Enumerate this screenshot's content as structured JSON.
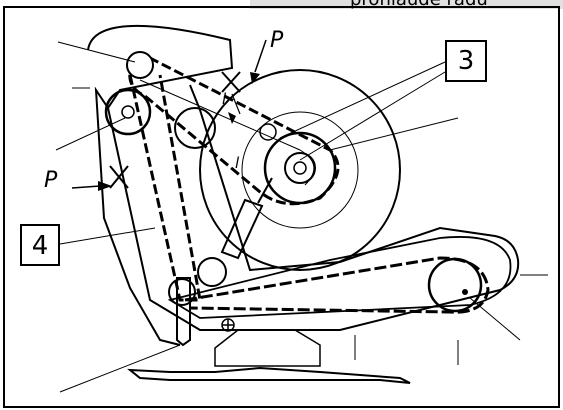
{
  "header_fragment": "prohlaude radu",
  "callouts": {
    "three": "3",
    "four": "4"
  },
  "labels": {
    "p_top": "P",
    "p_left": "P",
    "l_top": "l",
    "l_mid": "l"
  },
  "colors": {
    "ink": "#000000",
    "paper": "#ffffff",
    "header_bar": "#e0e0e0"
  }
}
